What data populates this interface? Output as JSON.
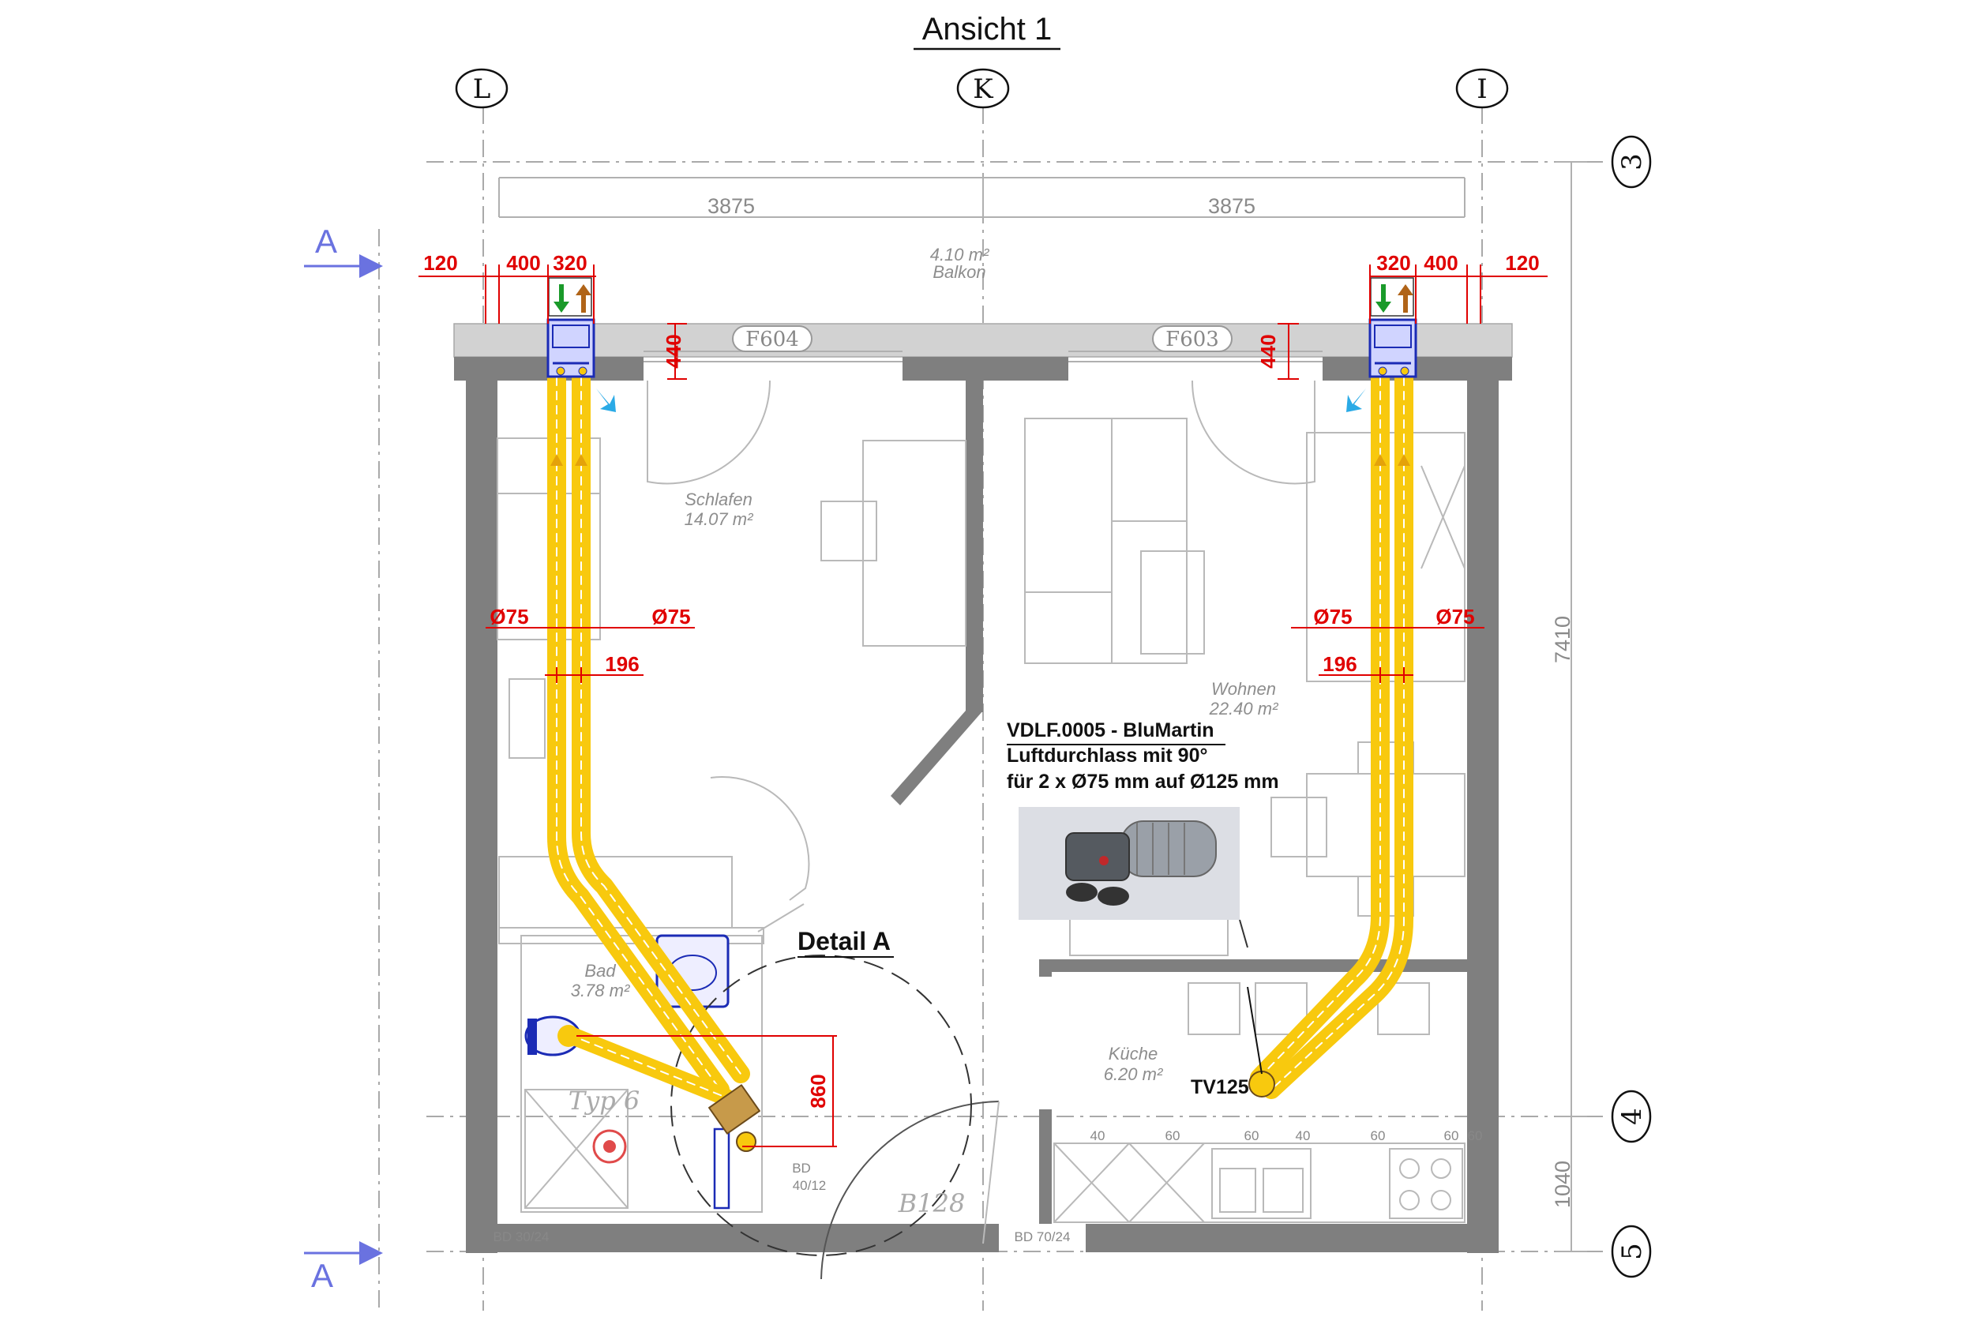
{
  "title": "Ansicht 1",
  "grid_axes": {
    "columns": [
      "L",
      "K",
      "I"
    ],
    "rows": [
      "3",
      "4",
      "5"
    ]
  },
  "section_marker": "A",
  "dimensions": {
    "overall_left": "3875",
    "overall_right": "3875",
    "height_total": "7410",
    "height_bottom": "1040",
    "top_left": [
      "120",
      "400",
      "320"
    ],
    "top_right": [
      "320",
      "400",
      "120"
    ],
    "window_depth_left": "440",
    "window_depth_right": "440",
    "pipe_diameter": "Ø75",
    "pipe_spacing": "196",
    "bath_vertical": "860"
  },
  "windows": [
    "F604",
    "F603"
  ],
  "rooms": {
    "balcony_area": "4.10 m²",
    "balcony": "Balkon",
    "schlafen": "Schlafen",
    "schlafen_area": "14.07 m²",
    "wohnen": "Wohnen",
    "wohnen_area": "22.40 m²",
    "bad": "Bad",
    "bad_area": "3.78 m²",
    "kueche": "Küche",
    "kueche_area": "6.20 m²"
  },
  "product_note": {
    "line1": "VDLF.0005 - BluMartin",
    "line2": "Luftdurchlass mit 90°",
    "line3": "für 2 x Ø75 mm auf Ø125 mm"
  },
  "detail_label": "Detail A",
  "tv_label": "TV125",
  "stamp_labels": {
    "typ": "Typ 6",
    "door": "B128",
    "bd1": "BD 30/24",
    "bd2": "BD 70/24",
    "bd3": "BD",
    "bd3b": "40/12",
    "counter": [
      "40",
      "60",
      "60",
      "40",
      "60",
      "60",
      "60"
    ]
  },
  "colors": {
    "duct": "#f8c90e",
    "dimension_red": "#e00000",
    "wall": "#7f7f7f",
    "section_blue": "#6a72e0",
    "supply_arrow": "#1a9a2a",
    "exhaust_arrow": "#b06418",
    "outlet_arrow": "#2aaae6"
  }
}
